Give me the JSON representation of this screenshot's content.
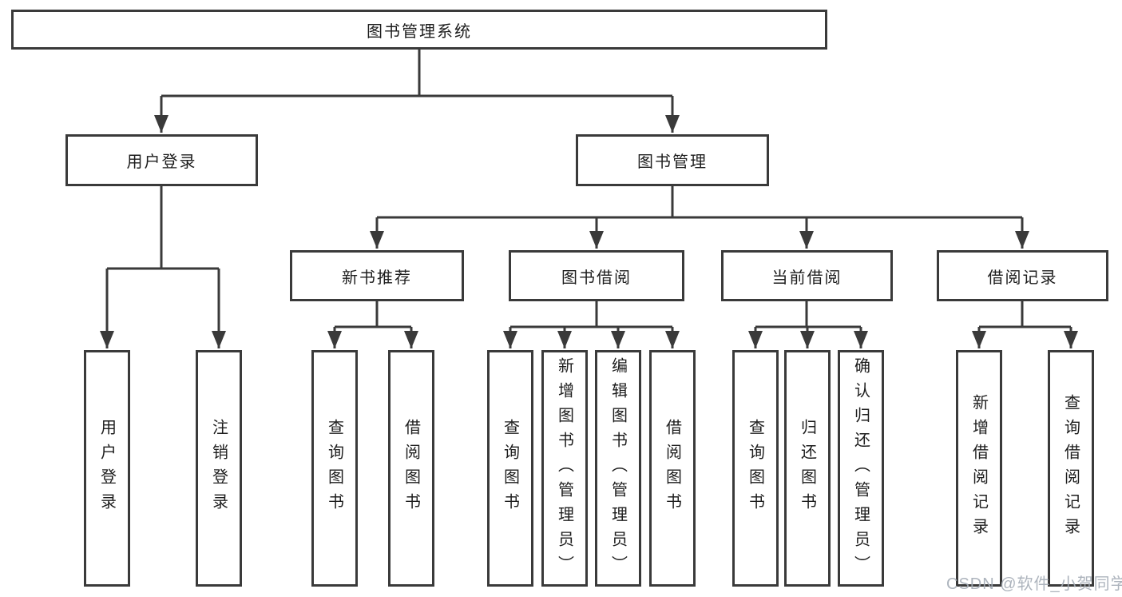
{
  "diagram": {
    "root": {
      "label": "图书管理系统"
    },
    "branches": [
      {
        "label": "用户登录",
        "children": [
          "用户登录",
          "注销登录"
        ]
      },
      {
        "label": "图书管理",
        "groups": [
          {
            "label": "新书推荐",
            "children": [
              "查询图书",
              "借阅图书"
            ]
          },
          {
            "label": "图书借阅",
            "children": [
              "查询图书",
              "新增图书（管理员）",
              "编辑图书（管理员）",
              "借阅图书"
            ]
          },
          {
            "label": "当前借阅",
            "children": [
              "查询图书",
              "归还图书",
              "确认归还（管理员）"
            ]
          },
          {
            "label": "借阅记录",
            "children": [
              "新增借阅记录",
              "查询借阅记录"
            ]
          }
        ]
      }
    ]
  },
  "watermark": "CSDN @软件_小贺同学",
  "colors": {
    "line": "#3a3a3a",
    "text": "#1d1d1d",
    "watermark": "#a4acb6",
    "background": "#ffffff"
  }
}
